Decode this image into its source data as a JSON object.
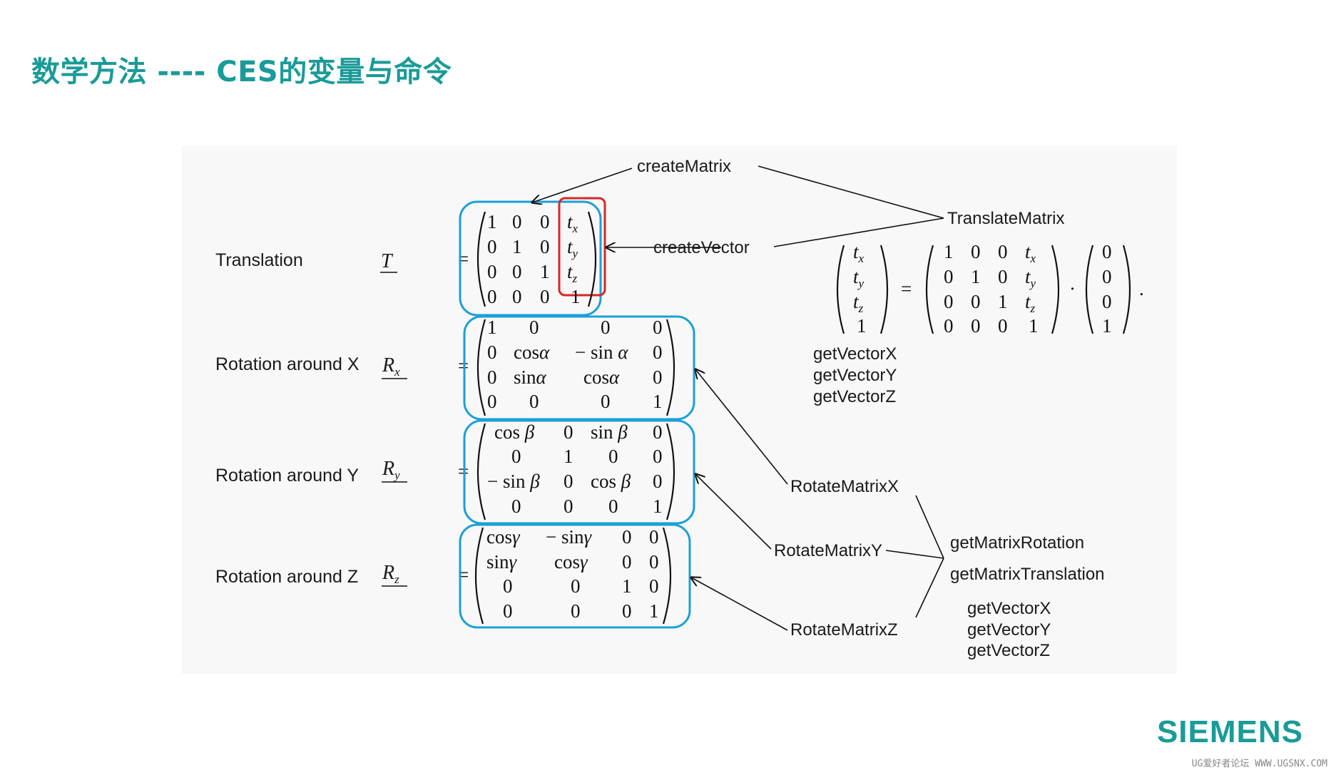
{
  "title": "数学方法 ----  CES的变量与命令",
  "rows": [
    {
      "label": "Translation",
      "symbol": "T",
      "sub": ""
    },
    {
      "label": "Rotation around X",
      "symbol": "R",
      "sub": "x"
    },
    {
      "label": "Rotation around Y",
      "symbol": "R",
      "sub": "y"
    },
    {
      "label": "Rotation around Z",
      "symbol": "R",
      "sub": "z"
    }
  ],
  "annotations": {
    "create_matrix": "createMatrix",
    "create_vector": "createVector",
    "translate_matrix": "TranslateMatrix",
    "rotate_x": "RotateMatrixX",
    "rotate_y": "RotateMatrixY",
    "rotate_z": "RotateMatrixZ",
    "get_matrix_rotation": "getMatrixRotation",
    "get_matrix_translation": "getMatrixTranslation"
  },
  "vector_getters_top": [
    "getVectorX",
    "getVectorY",
    "getVectorZ"
  ],
  "vector_getters_bottom": [
    "getVectorX",
    "getVectorY",
    "getVectorZ"
  ],
  "brand": "SIEMENS",
  "watermark": "UG爱好者论坛 WWW.UGSNX.COM",
  "colors": {
    "accent": "#1a9b99",
    "box_outline": "#1aa0d8",
    "highlight": "#d62828"
  }
}
